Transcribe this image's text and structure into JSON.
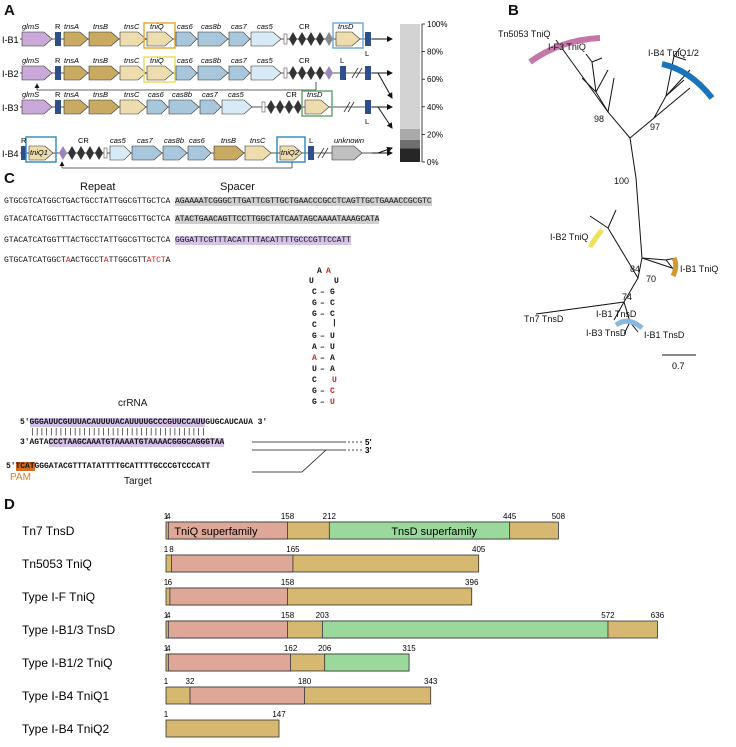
{
  "panels": {
    "A": "A",
    "B": "B",
    "C": "C",
    "D": "D"
  },
  "colors": {
    "glmS": "#c9a9d8",
    "tns_dark": "#c8aa62",
    "tns_light": "#ecdcae",
    "cas_dark": "#a8c6dc",
    "cas_light": "#d8eaf6",
    "gray": "#bfbfbf",
    "box_orange": "#e5a52a",
    "box_yellow": "#e6dc5a",
    "box_blue": "#6aa6d6",
    "box_green": "#5aa468",
    "box_teal": "#2b88b8",
    "tniq_superfamily": "#dfa797",
    "tnsd_superfamily": "#9bd89c",
    "domain_base": "#d6b870",
    "arc_f3": "#c476a8",
    "arc_b4": "#1a74bc",
    "arc_b2": "#ede25a",
    "arc_b1": "#d19a2b",
    "arc_b13": "#86b9df"
  },
  "operons": {
    "rows": [
      {
        "id": "I-B1",
        "label": "I-B1",
        "genes": [
          "glmS",
          "R",
          "tnsA",
          "tnsB",
          "tnsC",
          "tniQ",
          "cas6",
          "cas8b",
          "cas7",
          "cas5",
          "CR",
          "tnsD",
          "L"
        ]
      },
      {
        "id": "I-B2",
        "label": "I-B2",
        "genes": [
          "glmS",
          "R",
          "tnsA",
          "tnsB",
          "tniQ",
          "cas6",
          "cas8b",
          "cas7",
          "cas5",
          "CR",
          "L"
        ]
      },
      {
        "id": "I-B3",
        "label": "I-B3",
        "genes": [
          "glmS",
          "R",
          "tnsA",
          "tnsB",
          "tnsC",
          "cas6",
          "cas8b",
          "cas7",
          "cas5",
          "CR",
          "tnsD",
          "L"
        ]
      },
      {
        "id": "I-B4",
        "label": "I-B4",
        "genes": [
          "R",
          "tniQ1",
          "CR",
          "cas5",
          "cas7",
          "cas8b",
          "cas6",
          "tnsB",
          "tnsC",
          "tniQ2",
          "L",
          "unknown"
        ]
      }
    ]
  },
  "chart_data": {
    "type": "bar",
    "categories": [
      ""
    ],
    "series": [
      {
        "values": [
          10
        ]
      },
      {
        "values": [
          6
        ]
      },
      {
        "values": [
          8
        ]
      },
      {
        "values": [
          76
        ]
      }
    ],
    "stacked": true,
    "ylim": [
      0,
      100
    ],
    "yticks": [
      "0%",
      "20%",
      "40%",
      "60%",
      "80%",
      "100%"
    ],
    "series_colors": [
      "#262626",
      "#6f6f6f",
      "#a9a9a9",
      "#d3d3d3"
    ]
  },
  "tree": {
    "labels": {
      "tn5053": "Tn5053 TniQ",
      "if3": "I-F3 TniQ",
      "ib4": "I-B4 TniQ1/2",
      "ib2": "I-B2 TniQ",
      "ib1": "I-B1 TniQ",
      "tn7": "Tn7 TnsD",
      "ib1d_a": "I-B1 TnsD",
      "ib3d": "I-B3 TnsD",
      "ib1d_b": "I-B1 TnsD"
    },
    "bootstrap": {
      "b98": "98",
      "b97": "97",
      "b100": "100",
      "b84": "84",
      "b70": "70",
      "b74": "74"
    },
    "scale": "0.7"
  },
  "repeat_spacer": {
    "repeat_header": "Repeat",
    "spacer_header": "Spacer",
    "lines": [
      {
        "repeat": "GTGCGTCATGGCTGACTGCCTATTGGCGTTGCTCA",
        "spacer": "AGAAAATCGGGCTTGATTCGTTGCTGAACCCGCCTCAGTTGCTGAAACCGCGTC"
      },
      {
        "repeat": "GTACATCATGGTTTACTGCCTATTGGCGTTGCTCA",
        "spacer": "ATACTGAACAGTTCCTTGGCTATCAATAGCAAAATAAAGCATA"
      },
      {
        "repeat": "GTACATCATGGTTTACTGCCTATTGGCGTTGCTCA",
        "spacer": "GGGATTCGTTTACATTTTACATTTTGCCCGTTCCATT"
      }
    ],
    "line4": {
      "a": "GTGCATCATGGCT",
      "r1": "A",
      "b": "ACTGCCT",
      "r2": "A",
      "c": "TTGGCGTT",
      "r3": "ATCT",
      "d": "A"
    }
  },
  "crrna": {
    "label": "crRNA",
    "five": "5′",
    "three_prime": "3′",
    "spacer": "GGGAUUCGUUUACAUUUUACAUUUUGCCCGUUCCAUU",
    "tail": "GUGCAUCAU",
    "end": "A 3′",
    "pairs": "|||||||||||||||||||||||||||||||||||||",
    "target_prefix": "3′AGTA",
    "target_comp": "CCCTAAGCAAATGTAAAATGTAAAACGGGCAGGGTAA",
    "five_end": "5′",
    "three_end": "3′",
    "nontarget_prefix": "5′",
    "pam_seq": "TCAT",
    "nontarget": "GGGATACGTTTATATTTTGCATTTTGCCCGTCCCATT",
    "pam_label": "PAM",
    "target_label": "Target",
    "hairpin": {
      "loop": [
        "A",
        "A"
      ],
      "left": [
        "U",
        "C",
        "G",
        "G",
        "C",
        "G",
        "A",
        "A",
        "U",
        "C",
        "G",
        "G"
      ],
      "right": [
        "U",
        "G",
        "C",
        "C",
        "",
        "U",
        "U",
        "A",
        "A",
        "U",
        "C",
        "U"
      ]
    }
  },
  "domains": {
    "legend_tniq": "TniQ superfamily",
    "legend_tnsd": "TnsD superfamily",
    "rows": [
      {
        "name": "Tn7 TnsD",
        "length": 508,
        "tniq": [
          4,
          158
        ],
        "tnsd": [
          212,
          445
        ],
        "ticks": [
          "1",
          "4",
          "158",
          "212",
          "445",
          "508"
        ]
      },
      {
        "name": "Tn5053 TniQ",
        "length": 405,
        "tniq": [
          8,
          165
        ],
        "tnsd": null,
        "ticks": [
          "1",
          "8",
          "165",
          "405"
        ]
      },
      {
        "name": "Type I-F TniQ",
        "length": 396,
        "tniq": [
          6,
          158
        ],
        "tnsd": null,
        "ticks": [
          "1",
          "6",
          "158",
          "396"
        ]
      },
      {
        "name": "Type I-B1/3 TnsD",
        "length": 636,
        "tniq": [
          4,
          158
        ],
        "tnsd": [
          203,
          572
        ],
        "ticks": [
          "1",
          "4",
          "158",
          "203",
          "572",
          "636"
        ]
      },
      {
        "name": "Type I-B1/2 TniQ",
        "length": 315,
        "tniq": [
          4,
          162
        ],
        "tnsd": [
          206,
          315
        ],
        "ticks": [
          "1",
          "4",
          "162",
          "206",
          "315"
        ]
      },
      {
        "name": "Type I-B4 TniQ1",
        "length": 343,
        "tniq": [
          32,
          180
        ],
        "tnsd": null,
        "ticks": [
          "1",
          "32",
          "180",
          "343"
        ]
      },
      {
        "name": "Type I-B4 TniQ2",
        "length": 147,
        "tniq": null,
        "tnsd": null,
        "ticks": [
          "1",
          "147"
        ]
      }
    ]
  }
}
